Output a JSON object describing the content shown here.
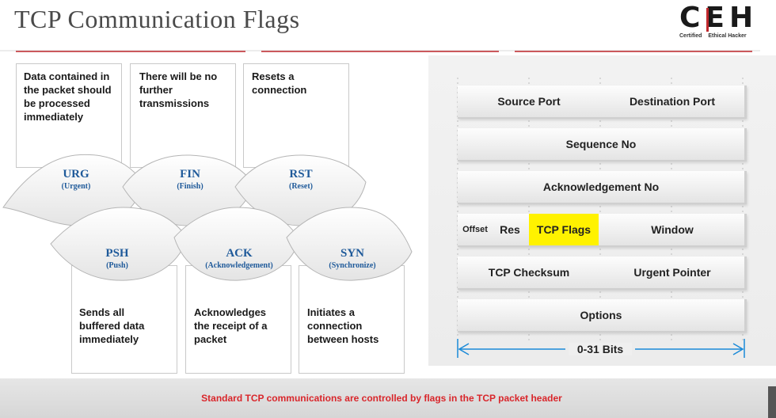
{
  "header": {
    "title": "TCP Communication Flags"
  },
  "logo": {
    "letters": "CEH",
    "sub1": "Certified",
    "sub2": "Ethical Hacker"
  },
  "flags_top": [
    {
      "desc": "Data contained in the packet should be processed immediately",
      "name": "URG",
      "sub": "(Urgent)"
    },
    {
      "desc": "There will be no further transmissions",
      "name": "FIN",
      "sub": "(Finish)"
    },
    {
      "desc": "Resets a connection",
      "name": "RST",
      "sub": "(Reset)"
    }
  ],
  "flags_bottom": [
    {
      "desc": "Sends all buffered data immediately",
      "name": "PSH",
      "sub": "(Push)"
    },
    {
      "desc": "Acknowledges the receipt of a packet",
      "name": "ACK",
      "sub": "(Acknowledgement)"
    },
    {
      "desc": "Initiates a connection between hosts",
      "name": "SYN",
      "sub": "(Synchronize)"
    }
  ],
  "header_fields": {
    "source_port": "Source Port",
    "destination_port": "Destination Port",
    "sequence_no": "Sequence No",
    "acknowledgement_no": "Acknowledgement No",
    "offset": "Offset",
    "res": "Res",
    "tcp_flags": "TCP Flags",
    "window": "Window",
    "tcp_checksum": "TCP Checksum",
    "urgent_pointer": "Urgent Pointer",
    "options": "Options",
    "bits_label": "0-31 Bits"
  },
  "colors": {
    "accent": "#c0282d",
    "highlight": "#fff200",
    "petal_text": "#1f5a9a",
    "footer_text": "#d9262b"
  },
  "footer": {
    "text": "Standard TCP communications  are controlled by flags in the TCP packet header"
  }
}
